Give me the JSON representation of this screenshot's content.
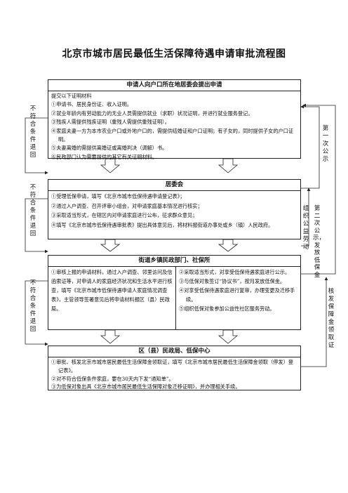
{
  "title": "北京市城市居民最低生活保障待遇申请审批流程图",
  "box1": {
    "header": "申请人向户口所在地居委会提出申请",
    "lines": [
      "提交以下证明材料",
      "①申请书、居民身份证、收入证明。",
      "②就业年龄内有劳动能力的无业人员需提供就业（求职）状况证明，并进行就业服务登记。",
      "③残疾人需提供残疾证明（重残人需提供重残证明）。",
      "④家庭夫妻一方为本市农业户口或外地户口的，需提供结婚证和户口证明；有子女的，同时提供子女的户口证明。",
      "⑤夫妻离婚的需提供离婚证或离婚判决（调解）书。",
      "⑥民政部门认为需要提供的其它有关证明材料。"
    ]
  },
  "box2": {
    "header": "居委会",
    "lines": [
      "①受理低保申请，填写《北京市城市低保待遇申请登记表》；",
      "②通过入户调查、召开评审小组会，对申请家庭基本情况进行核实；",
      "③采取适当形式，在辖区内对申请家庭进行公布，征求群众意见；",
      "④填写《北京市城市低保待遇审批表》提出具体意见后，将材料报街道办事处或乡（镇）人民政府。"
    ]
  },
  "box3": {
    "header": "街道乡镇民政部门、社保所",
    "left_text": "①审核上报的申请材料，通过入户调查、邻里访问及信函索证等，对申请人的家庭经济状况和生活水平进行核查，填写《北京市城市低保待遇申请人家庭情况调查表》，主管领导签署意见后将申请材料报区（县）民政局。",
    "right_lines": [
      "②采取适当形式，对享受低保待遇家庭进行公示。",
      "③与低保对象签订“协议书”，按月发放低保金。",
      "④对享受低保待遇家庭进行复审，办理变更及迁移手续。",
      "⑤组织低保对象参加公益性社区服务劳动。"
    ]
  },
  "box4": {
    "header": "区（县）民政局、低保中心",
    "lines": [
      "①审批、核发北京市城市居民最低生活保障金领取证，填写《北京市城市居民最低生活保障金领取（停发）登记表》。",
      "②对不符合低保条件家庭，要在30天内下发“通知单”。",
      "③为低保对象出具《北京市城市居民最低生活保障对象迁移证明》，并办理相关手续。"
    ]
  },
  "side_labels": {
    "return1": "不符合条件退回",
    "return2": "不符合条件退回",
    "return3": "不符合条件退回",
    "publicity1": "第一次公示",
    "organize": "组织公益劳动",
    "publicity2": "第二次公示，发放低保金",
    "issue_cert": "核发保障金领取证"
  }
}
